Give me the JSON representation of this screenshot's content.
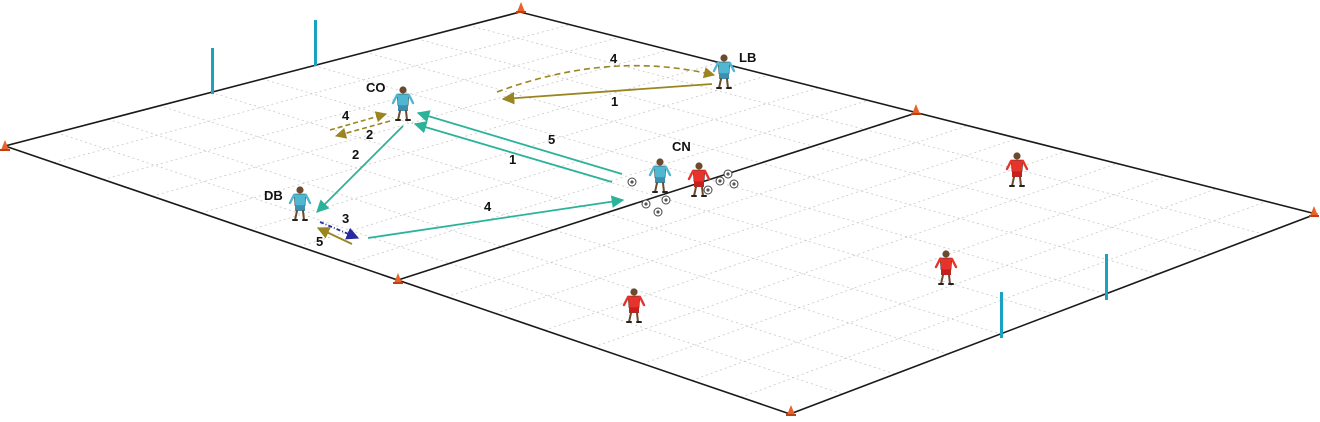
{
  "players": {
    "co": "CO",
    "lb": "LB",
    "cn": "CN",
    "db": "DB"
  },
  "sequence_labels": {
    "lb_to_co": "1",
    "co_to_lb": "4",
    "cn_to_co": "1",
    "co_to_cn": "5",
    "co_pass_db": "2",
    "co_move_a": "4",
    "co_move_b": "2",
    "db_to_cn": "4",
    "db_dribble": "3",
    "db_return": "5"
  },
  "colors": {
    "field_line": "#1a1a1a",
    "grid": "#c8c8c8",
    "pass_teal": "#2bb39a",
    "pass_olive": "#9a8520",
    "dribble_blue": "#2a2aa0",
    "blue_team": "#4fb7d2",
    "red_team": "#e8332a",
    "pole": "#1aa3c0",
    "cone": "#e8622a"
  }
}
